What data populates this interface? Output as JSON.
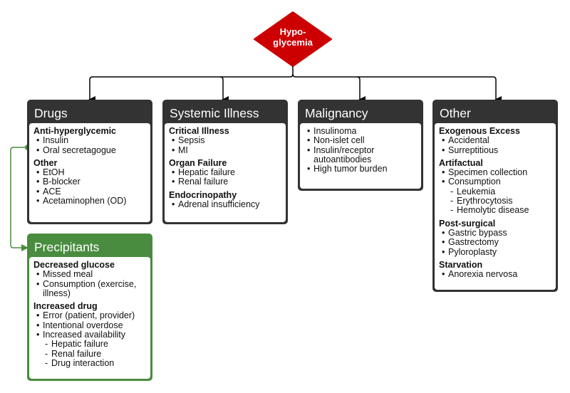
{
  "root": {
    "label_line1": "Hypo-",
    "label_line2": "glycemia",
    "color": "#cc0000"
  },
  "colors": {
    "dark": "#333333",
    "green": "#4a8c3f",
    "edge": "#000000"
  },
  "boxes": [
    {
      "id": "drugs",
      "title": "Drugs",
      "theme": "dark",
      "sections": [
        {
          "heading": "Anti-hyperglycemic",
          "items": [
            {
              "text": "Insulin",
              "level": 1
            },
            {
              "text": "Oral secretagogue",
              "level": 1
            }
          ]
        },
        {
          "heading": "Other",
          "items": [
            {
              "text": "EtOH",
              "level": 1
            },
            {
              "text": "B-blocker",
              "level": 1
            },
            {
              "text": "ACE",
              "level": 1
            },
            {
              "text": "Acetaminophen (OD)",
              "level": 1
            }
          ]
        }
      ]
    },
    {
      "id": "systemic-illness",
      "title": "Systemic Illness",
      "theme": "dark",
      "sections": [
        {
          "heading": "Critical Illness",
          "items": [
            {
              "text": "Sepsis",
              "level": 1
            },
            {
              "text": "MI",
              "level": 1
            }
          ]
        },
        {
          "heading": "Organ Failure",
          "items": [
            {
              "text": "Hepatic failure",
              "level": 1
            },
            {
              "text": "Renal failure",
              "level": 1
            }
          ]
        },
        {
          "heading": "Endocrinopathy",
          "items": [
            {
              "text": "Adrenal insufficiency",
              "level": 1
            }
          ]
        }
      ]
    },
    {
      "id": "malignancy",
      "title": "Malignancy",
      "theme": "dark",
      "sections": [
        {
          "heading": "",
          "items": [
            {
              "text": "Insulinoma",
              "level": 1
            },
            {
              "text": "Non-islet cell",
              "level": 1
            },
            {
              "text": "Insulin/receptor autoantibodies",
              "level": 1
            },
            {
              "text": "High tumor burden",
              "level": 1
            }
          ]
        }
      ]
    },
    {
      "id": "other",
      "title": "Other",
      "theme": "dark",
      "sections": [
        {
          "heading": "Exogenous Excess",
          "items": [
            {
              "text": "Accidental",
              "level": 1
            },
            {
              "text": "Surreptitious",
              "level": 1
            }
          ]
        },
        {
          "heading": "Artifactual",
          "items": [
            {
              "text": "Specimen collection",
              "level": 1
            },
            {
              "text": "Consumption",
              "level": 1
            },
            {
              "text": "Leukemia",
              "level": 2
            },
            {
              "text": "Erythrocytosis",
              "level": 2
            },
            {
              "text": "Hemolytic disease",
              "level": 2
            }
          ]
        },
        {
          "heading": "Post-surgical",
          "items": [
            {
              "text": "Gastric bypass",
              "level": 1
            },
            {
              "text": "Gastrectomy",
              "level": 1
            },
            {
              "text": "Pyloroplasty",
              "level": 1
            }
          ]
        },
        {
          "heading": "Starvation",
          "items": [
            {
              "text": "Anorexia nervosa",
              "level": 1
            }
          ]
        }
      ]
    },
    {
      "id": "precipitants",
      "title": "Precipitants",
      "theme": "green",
      "sections": [
        {
          "heading": "Decreased glucose",
          "items": [
            {
              "text": "Missed meal",
              "level": 1
            },
            {
              "text": "Consumption (exercise, illness)",
              "level": 1
            }
          ]
        },
        {
          "heading": "Increased drug",
          "items": [
            {
              "text": "Error (patient, provider)",
              "level": 1
            },
            {
              "text": "Intentional overdose",
              "level": 1
            },
            {
              "text": "Increased availability",
              "level": 1
            },
            {
              "text": "Hepatic failure",
              "level": 2
            },
            {
              "text": "Renal failure",
              "level": 2
            },
            {
              "text": "Drug interaction",
              "level": 2
            }
          ]
        }
      ]
    }
  ]
}
